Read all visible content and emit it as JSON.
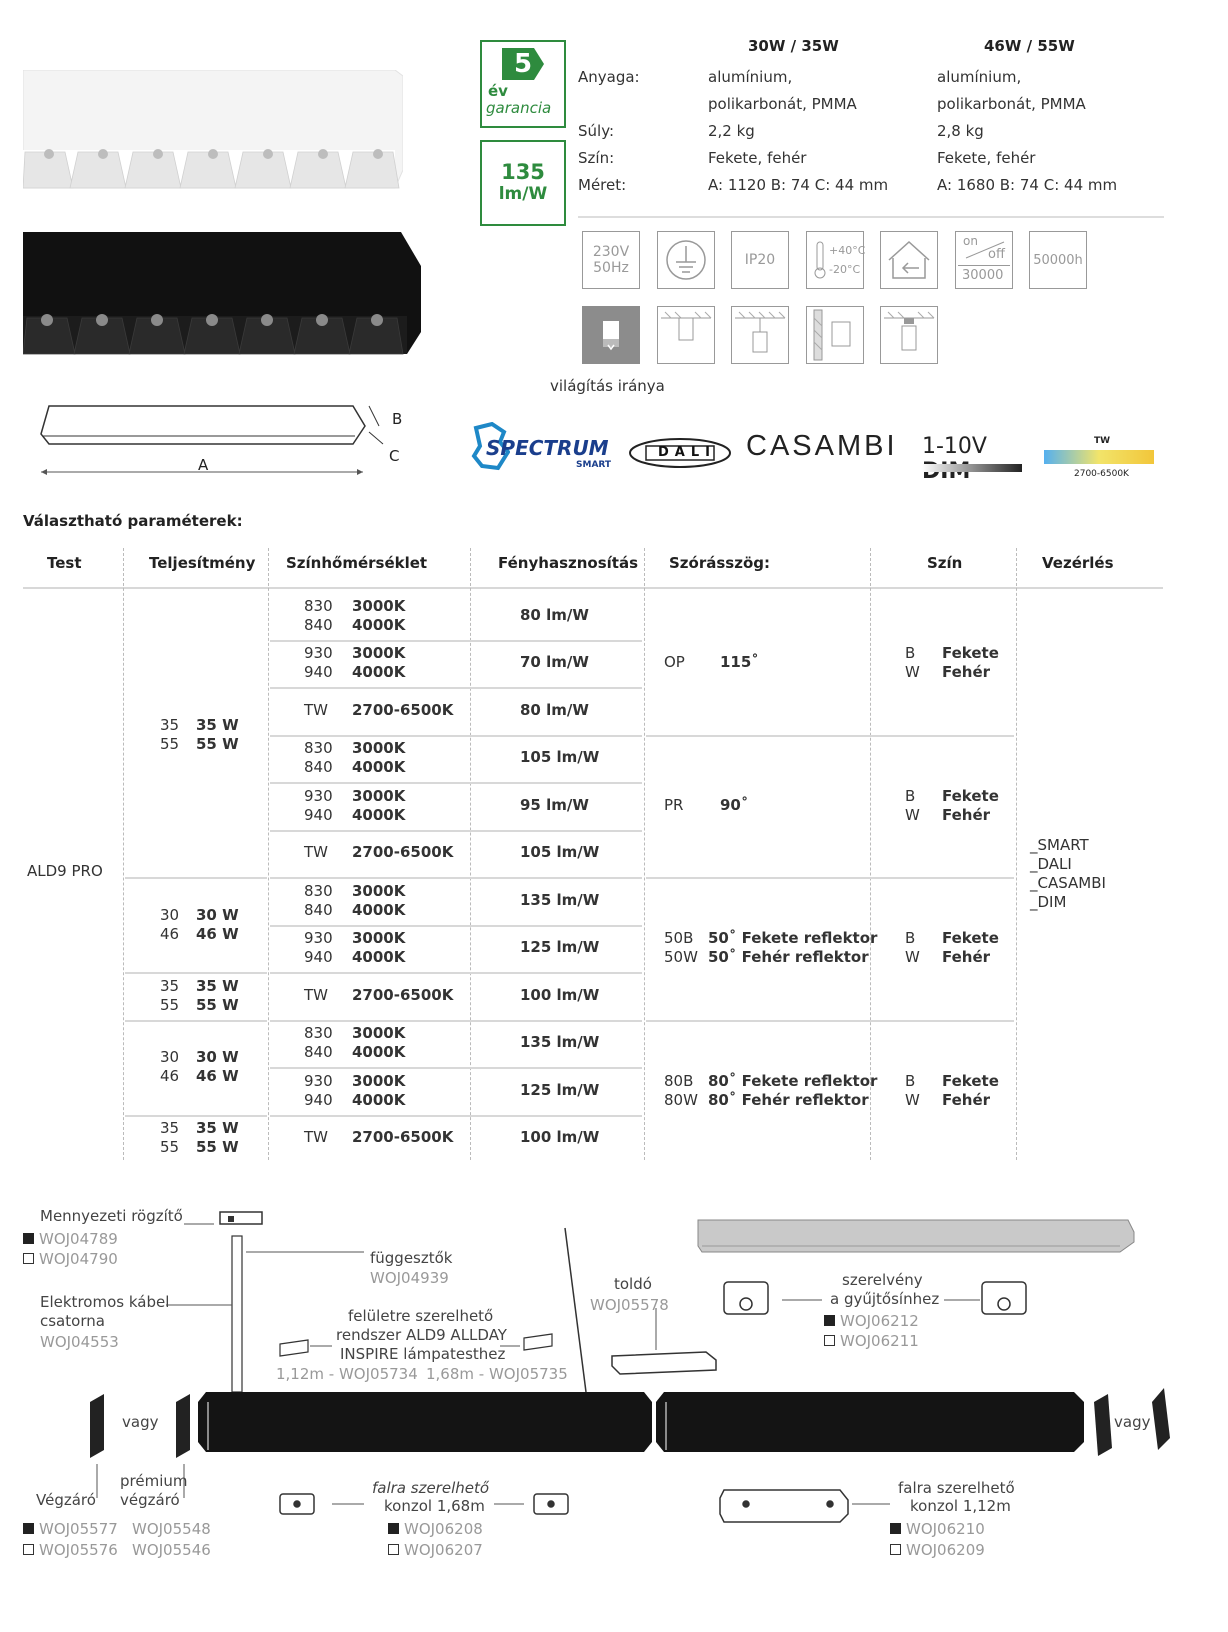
{
  "badges": {
    "warranty_number": "5",
    "warranty_text1": "év",
    "warranty_text2": "garancia",
    "efficacy_value": "135",
    "efficacy_unit": "lm/W"
  },
  "specs": {
    "col1_head": "30W / 35W",
    "col2_head": "46W / 55W",
    "rows": [
      {
        "label": "Anyaga:",
        "v1": "alumínium,",
        "v2": "alumínium,"
      },
      {
        "label": "",
        "v1": "polikarbonát, PMMA",
        "v2": "polikarbonát, PMMA"
      },
      {
        "label": "Súly:",
        "v1": "2,2 kg",
        "v2": "2,8 kg"
      },
      {
        "label": "Szín:",
        "v1": "Fekete, fehér",
        "v2": "Fekete, fehér"
      },
      {
        "label": "Méret:",
        "v1": "A: 1120 B: 74 C: 44 mm",
        "v2": "A: 1680 B: 74 C: 44 mm"
      }
    ]
  },
  "icons": {
    "voltage1": "230V",
    "voltage2": "50Hz",
    "ip": "IP20",
    "temp_hi": "+40°C",
    "temp_lo": "-20°C",
    "onoff_on": "on",
    "onoff_off": "off",
    "onoff_count": "30000",
    "lifetime": "50000h",
    "light_direction": "világítás iránya"
  },
  "dimension_labels": {
    "a": "A",
    "b": "B",
    "c": "C"
  },
  "brands": {
    "spectrum": "SPECTRUM",
    "spectrum_sub": "SMART",
    "dali": "DALI",
    "casambi": "CASAMBI",
    "dim_prefix": "1-10V",
    "dim_suffix": "DIM",
    "tw": "TW",
    "tw_range": "2700-6500K"
  },
  "params_title": "Választható paraméterek:",
  "table": {
    "headers": [
      "Test",
      "Teljesítmény",
      "Színhőmérséklet",
      "Fényhasznosítás",
      "Szórásszög:",
      "Szín",
      "Vezérlés"
    ],
    "test_value": "ALD9 PRO",
    "control_values": [
      "_SMART",
      "_DALI",
      "_CASAMBI",
      "_DIM"
    ],
    "power_groups": [
      {
        "codes": [
          "35",
          "55"
        ],
        "values": [
          "35 W",
          "55 W"
        ]
      },
      {
        "codes": [
          "30",
          "46"
        ],
        "values": [
          "30 W",
          "46 W"
        ]
      },
      {
        "codes": [
          "35",
          "55"
        ],
        "values": [
          "35 W",
          "55 W"
        ]
      },
      {
        "codes": [
          "30",
          "46"
        ],
        "values": [
          "30 W",
          "46 W"
        ]
      },
      {
        "codes": [
          "35",
          "55"
        ],
        "values": [
          "35 W",
          "55 W"
        ]
      }
    ],
    "rows": [
      {
        "cct_codes": [
          "830",
          "840"
        ],
        "cct_values": [
          "3000K",
          "4000K"
        ],
        "efficacy": "80 lm/W"
      },
      {
        "cct_codes": [
          "930",
          "940"
        ],
        "cct_values": [
          "3000K",
          "4000K"
        ],
        "efficacy": "70 lm/W"
      },
      {
        "cct_codes": [
          "TW"
        ],
        "cct_values": [
          "2700-6500K"
        ],
        "efficacy": "80 lm/W"
      },
      {
        "cct_codes": [
          "830",
          "840"
        ],
        "cct_values": [
          "3000K",
          "4000K"
        ],
        "efficacy": "105 lm/W"
      },
      {
        "cct_codes": [
          "930",
          "940"
        ],
        "cct_values": [
          "3000K",
          "4000K"
        ],
        "efficacy": "95 lm/W"
      },
      {
        "cct_codes": [
          "TW"
        ],
        "cct_values": [
          "2700-6500K"
        ],
        "efficacy": "105 lm/W"
      },
      {
        "cct_codes": [
          "830",
          "840"
        ],
        "cct_values": [
          "3000K",
          "4000K"
        ],
        "efficacy": "135 lm/W"
      },
      {
        "cct_codes": [
          "930",
          "940"
        ],
        "cct_values": [
          "3000K",
          "4000K"
        ],
        "efficacy": "125 lm/W"
      },
      {
        "cct_codes": [
          "TW"
        ],
        "cct_values": [
          "2700-6500K"
        ],
        "efficacy": "100 lm/W"
      },
      {
        "cct_codes": [
          "830",
          "840"
        ],
        "cct_values": [
          "3000K",
          "4000K"
        ],
        "efficacy": "135 lm/W"
      },
      {
        "cct_codes": [
          "930",
          "940"
        ],
        "cct_values": [
          "3000K",
          "4000K"
        ],
        "efficacy": "125 lm/W"
      },
      {
        "cct_codes": [
          "TW"
        ],
        "cct_values": [
          "2700-6500K"
        ],
        "efficacy": "100 lm/W"
      }
    ],
    "beam_groups": [
      {
        "codes": [
          "OP"
        ],
        "values": [
          "115˚"
        ]
      },
      {
        "codes": [
          "PR"
        ],
        "values": [
          "90˚"
        ]
      },
      {
        "codes": [
          "50B",
          "50W"
        ],
        "values": [
          "50˚ Fekete reflektor",
          "50˚ Fehér reflektor"
        ]
      },
      {
        "codes": [
          "80B",
          "80W"
        ],
        "values": [
          "80˚ Fekete reflektor",
          "80˚ Fehér reflektor"
        ]
      }
    ],
    "color_codes": [
      "B",
      "W"
    ],
    "color_values": [
      "Fekete",
      "Fehér"
    ]
  },
  "accessories": {
    "ceiling_mount": {
      "label": "Mennyezeti rögzítő",
      "codes": [
        "WOJ04789",
        "WOJ04790"
      ]
    },
    "hanger": {
      "label": "függesztők",
      "code": "WOJ04939"
    },
    "cable": {
      "label1": "Elektromos kábel",
      "label2": "csatorna",
      "code": "WOJ04553"
    },
    "surface": {
      "label1": "felületre szerelhető",
      "label2": "rendszer ALD9 ALLDAY",
      "label3": "INSPIRE lámpatesthez",
      "code1": "1,12m - WOJ05734",
      "code2": "1,68m - WOJ05735"
    },
    "joiner": {
      "label": "toldó",
      "code": "WOJ05578"
    },
    "fitting": {
      "label1": "szerelvény",
      "label2": "a gyűjtősínhez",
      "codes": [
        "WOJ06212",
        "WOJ06211"
      ]
    },
    "or_left": "vagy",
    "or_right": "vagy",
    "endcap": {
      "label": "Végzáró",
      "codes": [
        "WOJ05577",
        "WOJ05576"
      ]
    },
    "premium_endcap": {
      "label1": "prémium",
      "label2": "végzáró",
      "codes": [
        "WOJ05548",
        "WOJ05546"
      ]
    },
    "wall_168": {
      "label1": "falra szerelhető",
      "label2": "konzol 1,68m",
      "codes": [
        "WOJ06208",
        "WOJ06207"
      ]
    },
    "wall_112": {
      "label1": "falra szerelhető",
      "label2": "konzol 1,12m",
      "codes": [
        "WOJ06210",
        "WOJ06209"
      ]
    }
  },
  "colors": {
    "green": "#2e8b3e",
    "gray_border": "#999999",
    "black": "#111111"
  }
}
